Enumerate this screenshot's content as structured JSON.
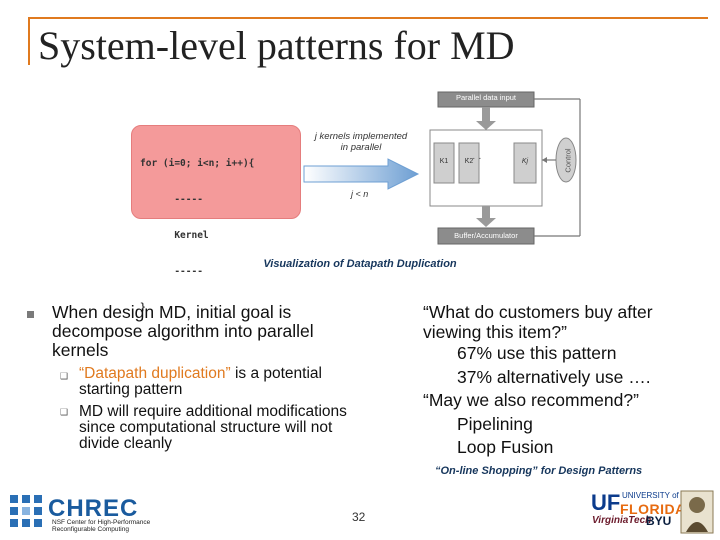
{
  "title": "System-level patterns for MD",
  "code_lines": [
    "for (i=0; i<n; i++){",
    "      -----",
    "      Kernel",
    "      -----",
    "}"
  ],
  "arrow_label": "j kernels implemented in parallel",
  "arrow_sublabel": "j < n",
  "diagram": {
    "parallel_input": "Parallel data input",
    "kernels": [
      "K1",
      "K2",
      "Kj"
    ],
    "control": "Control",
    "buffer": "Buffer/Accumulator"
  },
  "caption": "Visualization of Datapath Duplication",
  "left_bullet": "When design MD, initial goal is decompose algorithm into parallel kernels",
  "sub_bullets": [
    {
      "quote": "“Datapath duplication”",
      "rest": " is a potential starting pattern"
    },
    {
      "quote": "",
      "rest": "MD will require additional modifications since computational structure will not divide cleanly"
    }
  ],
  "right_lines": [
    "“What do customers buy after viewing this item?”",
    "67% use this pattern",
    "37% alternatively use ….",
    "“May we also recommend?”",
    "Pipelining",
    "Loop Fusion"
  ],
  "online_caption": "“On-line Shopping” for Design Patterns",
  "page_number": "32",
  "logos": {
    "chrec": "CHREC",
    "chrec_sub": [
      "NSF Center for High-Performance",
      "Reconfigurable Computing"
    ],
    "uf": "UF",
    "uf_university": "UNIVERSITY of",
    "uf_florida": "FLORIDA",
    "byu": "BYU",
    "vt": "VirginiaTech"
  },
  "colors": {
    "accent": "#e07a1f",
    "code_bg": "#f49a9a",
    "caption": "#16365c",
    "diagram_box": "#8c8c8c"
  }
}
